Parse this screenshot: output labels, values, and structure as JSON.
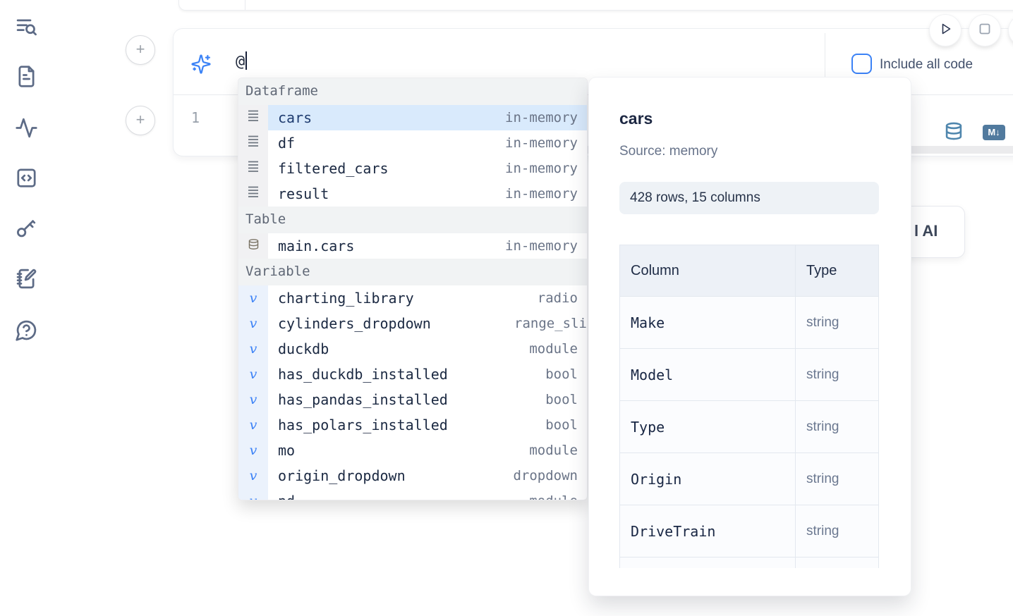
{
  "sidebar": {
    "items": [
      {
        "name": "sidebar-item-search",
        "icon": "list-search-icon"
      },
      {
        "name": "sidebar-item-files",
        "icon": "file-icon"
      },
      {
        "name": "sidebar-item-activity",
        "icon": "activity-icon"
      },
      {
        "name": "sidebar-item-snippets",
        "icon": "code-square-icon"
      },
      {
        "name": "sidebar-item-secrets",
        "icon": "key-icon"
      },
      {
        "name": "sidebar-item-scratchpad",
        "icon": "notebook-pen-icon"
      },
      {
        "name": "sidebar-item-help",
        "icon": "help-chat-icon"
      }
    ]
  },
  "toolbar": {
    "run_button_icon": "play-icon",
    "stop_button_icon": "stop-icon"
  },
  "prompt": {
    "sparkle_icon": "sparkles-icon",
    "value": "@",
    "include_all_code_label": "Include all code",
    "checkbox_checked": false
  },
  "cell": {
    "line_number": "1",
    "database_icon": "database-icon",
    "markdown_badge_label": "M↓"
  },
  "autocomplete": {
    "sections": [
      {
        "label": "Dataframe",
        "icon": "dataframe-icon",
        "items": [
          {
            "name": "cars",
            "type": "in-memory",
            "selected": true
          },
          {
            "name": "df",
            "type": "in-memory"
          },
          {
            "name": "filtered_cars",
            "type": "in-memory"
          },
          {
            "name": "result",
            "type": "in-memory"
          }
        ]
      },
      {
        "label": "Table",
        "icon": "table-icon",
        "items": [
          {
            "name": "main.cars",
            "type": "in-memory"
          }
        ]
      },
      {
        "label": "Variable",
        "icon": "variable-icon",
        "items": [
          {
            "name": "charting_library",
            "type": "radio"
          },
          {
            "name": "cylinders_dropdown",
            "type": "range_sli",
            "type_clipped": true
          },
          {
            "name": "duckdb",
            "type": "module"
          },
          {
            "name": "has_duckdb_installed",
            "type": "bool"
          },
          {
            "name": "has_pandas_installed",
            "type": "bool"
          },
          {
            "name": "has_polars_installed",
            "type": "bool"
          },
          {
            "name": "mo",
            "type": "module"
          },
          {
            "name": "origin_dropdown",
            "type": "dropdown"
          },
          {
            "name": "pd",
            "type": "module",
            "partially_visible": true
          }
        ]
      }
    ]
  },
  "preview": {
    "title": "cars",
    "source": "Source: memory",
    "shape": "428 rows, 15 columns",
    "table": {
      "headers": [
        "Column",
        "Type"
      ],
      "rows": [
        {
          "column": "Make",
          "type": "string"
        },
        {
          "column": "Model",
          "type": "string"
        },
        {
          "column": "Type",
          "type": "string"
        },
        {
          "column": "Origin",
          "type": "string"
        },
        {
          "column": "DriveTrain",
          "type": "string"
        }
      ]
    }
  },
  "ai_button": {
    "visible_label": "l AI"
  },
  "colors": {
    "accent_blue": "#3b82f6",
    "selection_blue": "#d9eafc",
    "steel_icon_blue": "#4f86ad",
    "sidebar_icon_slate": "#5d6b86",
    "muted_text": "#6a7487"
  }
}
